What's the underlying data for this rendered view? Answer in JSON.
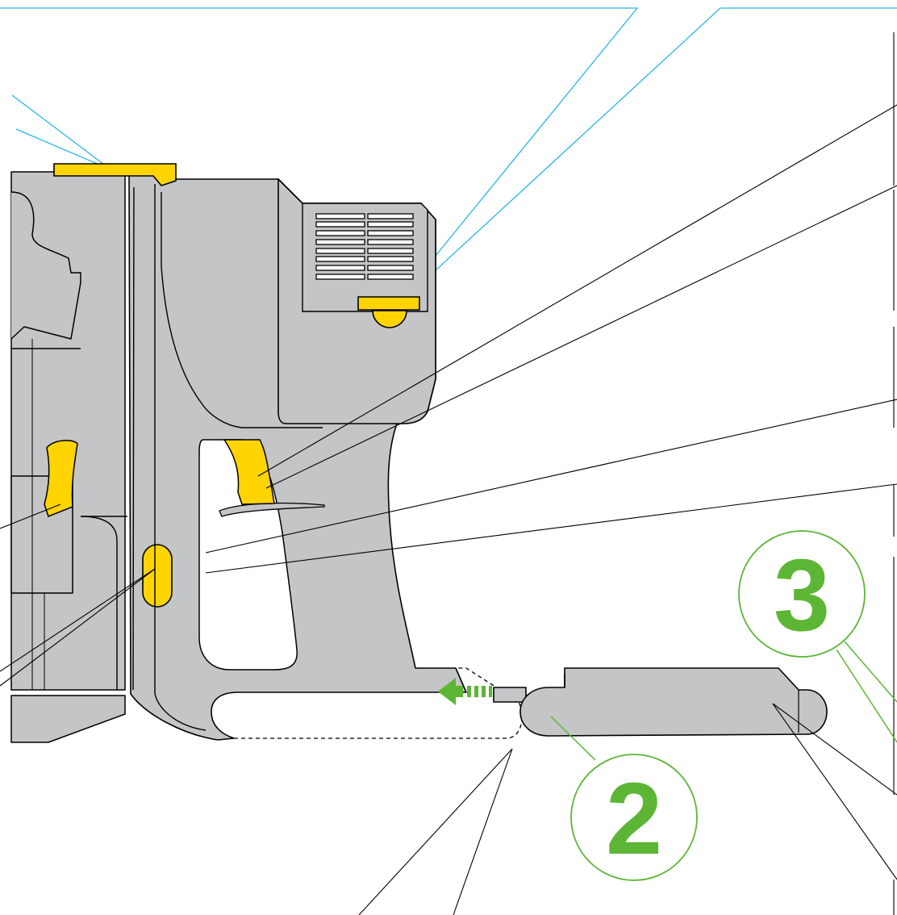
{
  "diagram": {
    "steps": [
      {
        "id": "step-2",
        "label": "2"
      },
      {
        "id": "step-3",
        "label": "3"
      }
    ],
    "colors": {
      "body_gray": "#c4c5c7",
      "outline": "#000000",
      "highlight_yellow": "#ffd400",
      "callout_cyan": "#29b6e6",
      "callout_black": "#000000",
      "step_green": "#5db535",
      "background": "#ffffff"
    },
    "icons": [
      "slide-left-arrow-icon"
    ]
  }
}
